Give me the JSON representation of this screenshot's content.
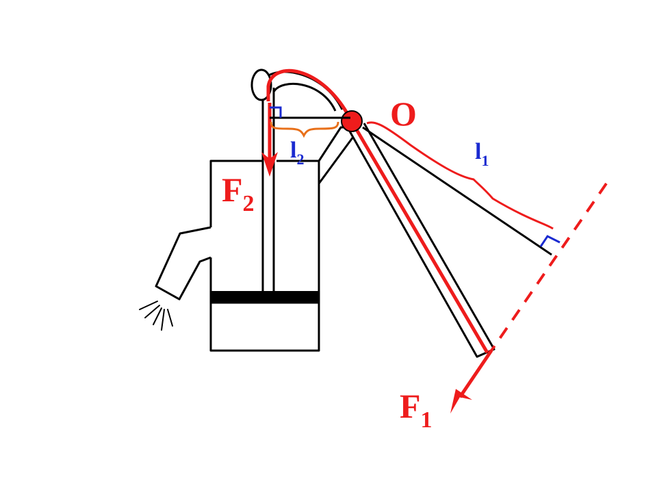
{
  "diagram": {
    "pivot_label": "O",
    "effort_force": {
      "letter": "F",
      "subscript": "1"
    },
    "load_force": {
      "letter": "F",
      "subscript": "2"
    },
    "effort_arm": {
      "letter": "l",
      "subscript": "1"
    },
    "load_arm": {
      "letter": "l",
      "subscript": "2"
    }
  },
  "colors": {
    "force": "#ee1c1c",
    "arm_label": "#1a2ad0",
    "brace_l2": "#e8701a",
    "outline": "#000000"
  }
}
